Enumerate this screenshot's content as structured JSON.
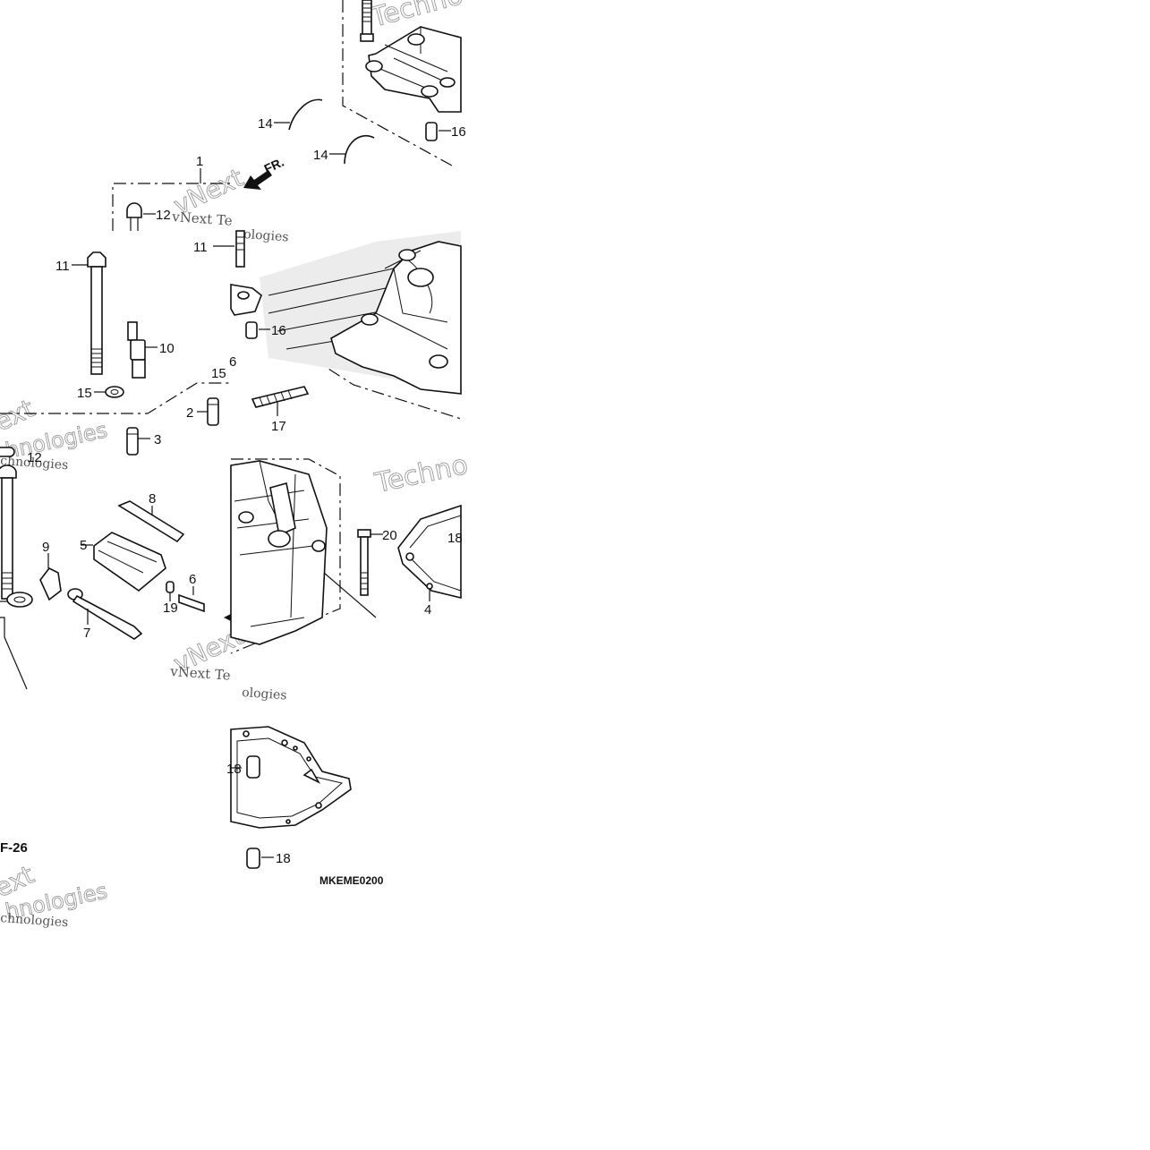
{
  "diagram": {
    "callouts": [
      {
        "id": "c1",
        "text": "1"
      },
      {
        "id": "c2",
        "text": "2"
      },
      {
        "id": "c3",
        "text": "3"
      },
      {
        "id": "c4",
        "text": "4"
      },
      {
        "id": "c5",
        "text": "5"
      },
      {
        "id": "c6a",
        "text": "6"
      },
      {
        "id": "c6b",
        "text": "6"
      },
      {
        "id": "c7",
        "text": "7"
      },
      {
        "id": "c8",
        "text": "8"
      },
      {
        "id": "c9",
        "text": "9"
      },
      {
        "id": "c10",
        "text": "10"
      },
      {
        "id": "c11a",
        "text": "11"
      },
      {
        "id": "c11b",
        "text": "11"
      },
      {
        "id": "c12a",
        "text": "12"
      },
      {
        "id": "c12b",
        "text": "12"
      },
      {
        "id": "c14a",
        "text": "14"
      },
      {
        "id": "c14b",
        "text": "14"
      },
      {
        "id": "c15a",
        "text": "15"
      },
      {
        "id": "c15b",
        "text": "15"
      },
      {
        "id": "c16a",
        "text": "16"
      },
      {
        "id": "c16b",
        "text": "16"
      },
      {
        "id": "c17",
        "text": "17"
      },
      {
        "id": "c18a",
        "text": "18"
      },
      {
        "id": "c18b",
        "text": "18"
      },
      {
        "id": "c18c",
        "text": "18"
      },
      {
        "id": "c19",
        "text": "19"
      },
      {
        "id": "c20",
        "text": "20"
      }
    ],
    "front_marker": "FR.",
    "section_ref": "F-26",
    "diagram_code": "MKEME0200",
    "watermarks": {
      "techno": "Techno",
      "ext": "ext",
      "vnext": "vNext",
      "vnext_te": "vNext Te",
      "ologies": "ologies",
      "chnologies": "chnologies",
      "hnologies": "hnologies"
    }
  }
}
